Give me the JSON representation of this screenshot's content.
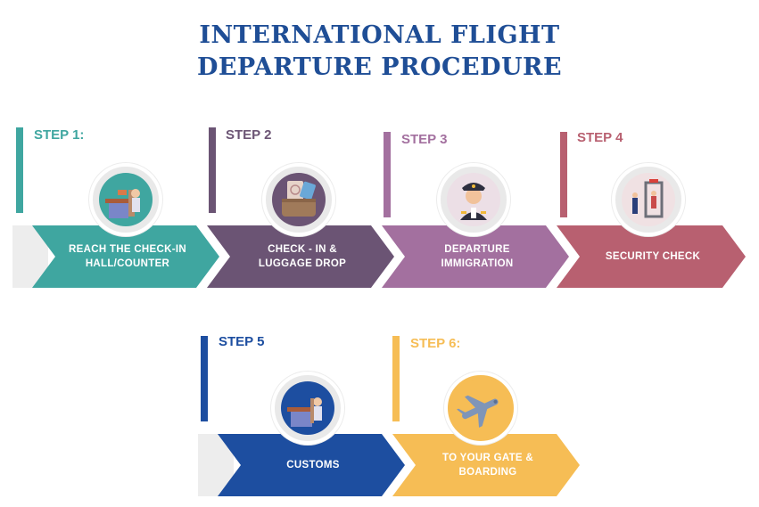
{
  "title": {
    "line1": "INTERNATIONAL FLIGHT",
    "line2": "DEPARTURE PROCEDURE"
  },
  "colors": {
    "title": "#1f4e96",
    "step1": "#3fa6a0",
    "step2": "#6b5474",
    "step3": "#a3709f",
    "step4": "#b86070",
    "step5": "#1d4ea0",
    "step6": "#f6bd55"
  },
  "steps": [
    {
      "label": "STEP 1:",
      "text": "REACH THE CHECK-IN\nHALL/COUNTER",
      "icon": "check-in-counter-icon"
    },
    {
      "label": "STEP 2",
      "text": "CHECK - IN &\nLUGGAGE DROP",
      "icon": "luggage-passport-icon"
    },
    {
      "label": "STEP 3",
      "text": "DEPARTURE\nIMMIGRATION",
      "icon": "pilot-officer-icon"
    },
    {
      "label": "STEP 4",
      "text": "SECURITY CHECK",
      "icon": "security-scanner-icon"
    },
    {
      "label": "STEP 5",
      "text": "CUSTOMS",
      "icon": "customs-counter-icon"
    },
    {
      "label": "STEP 6:",
      "text": "TO YOUR GATE &\nBOARDING",
      "icon": "airplane-icon"
    }
  ]
}
